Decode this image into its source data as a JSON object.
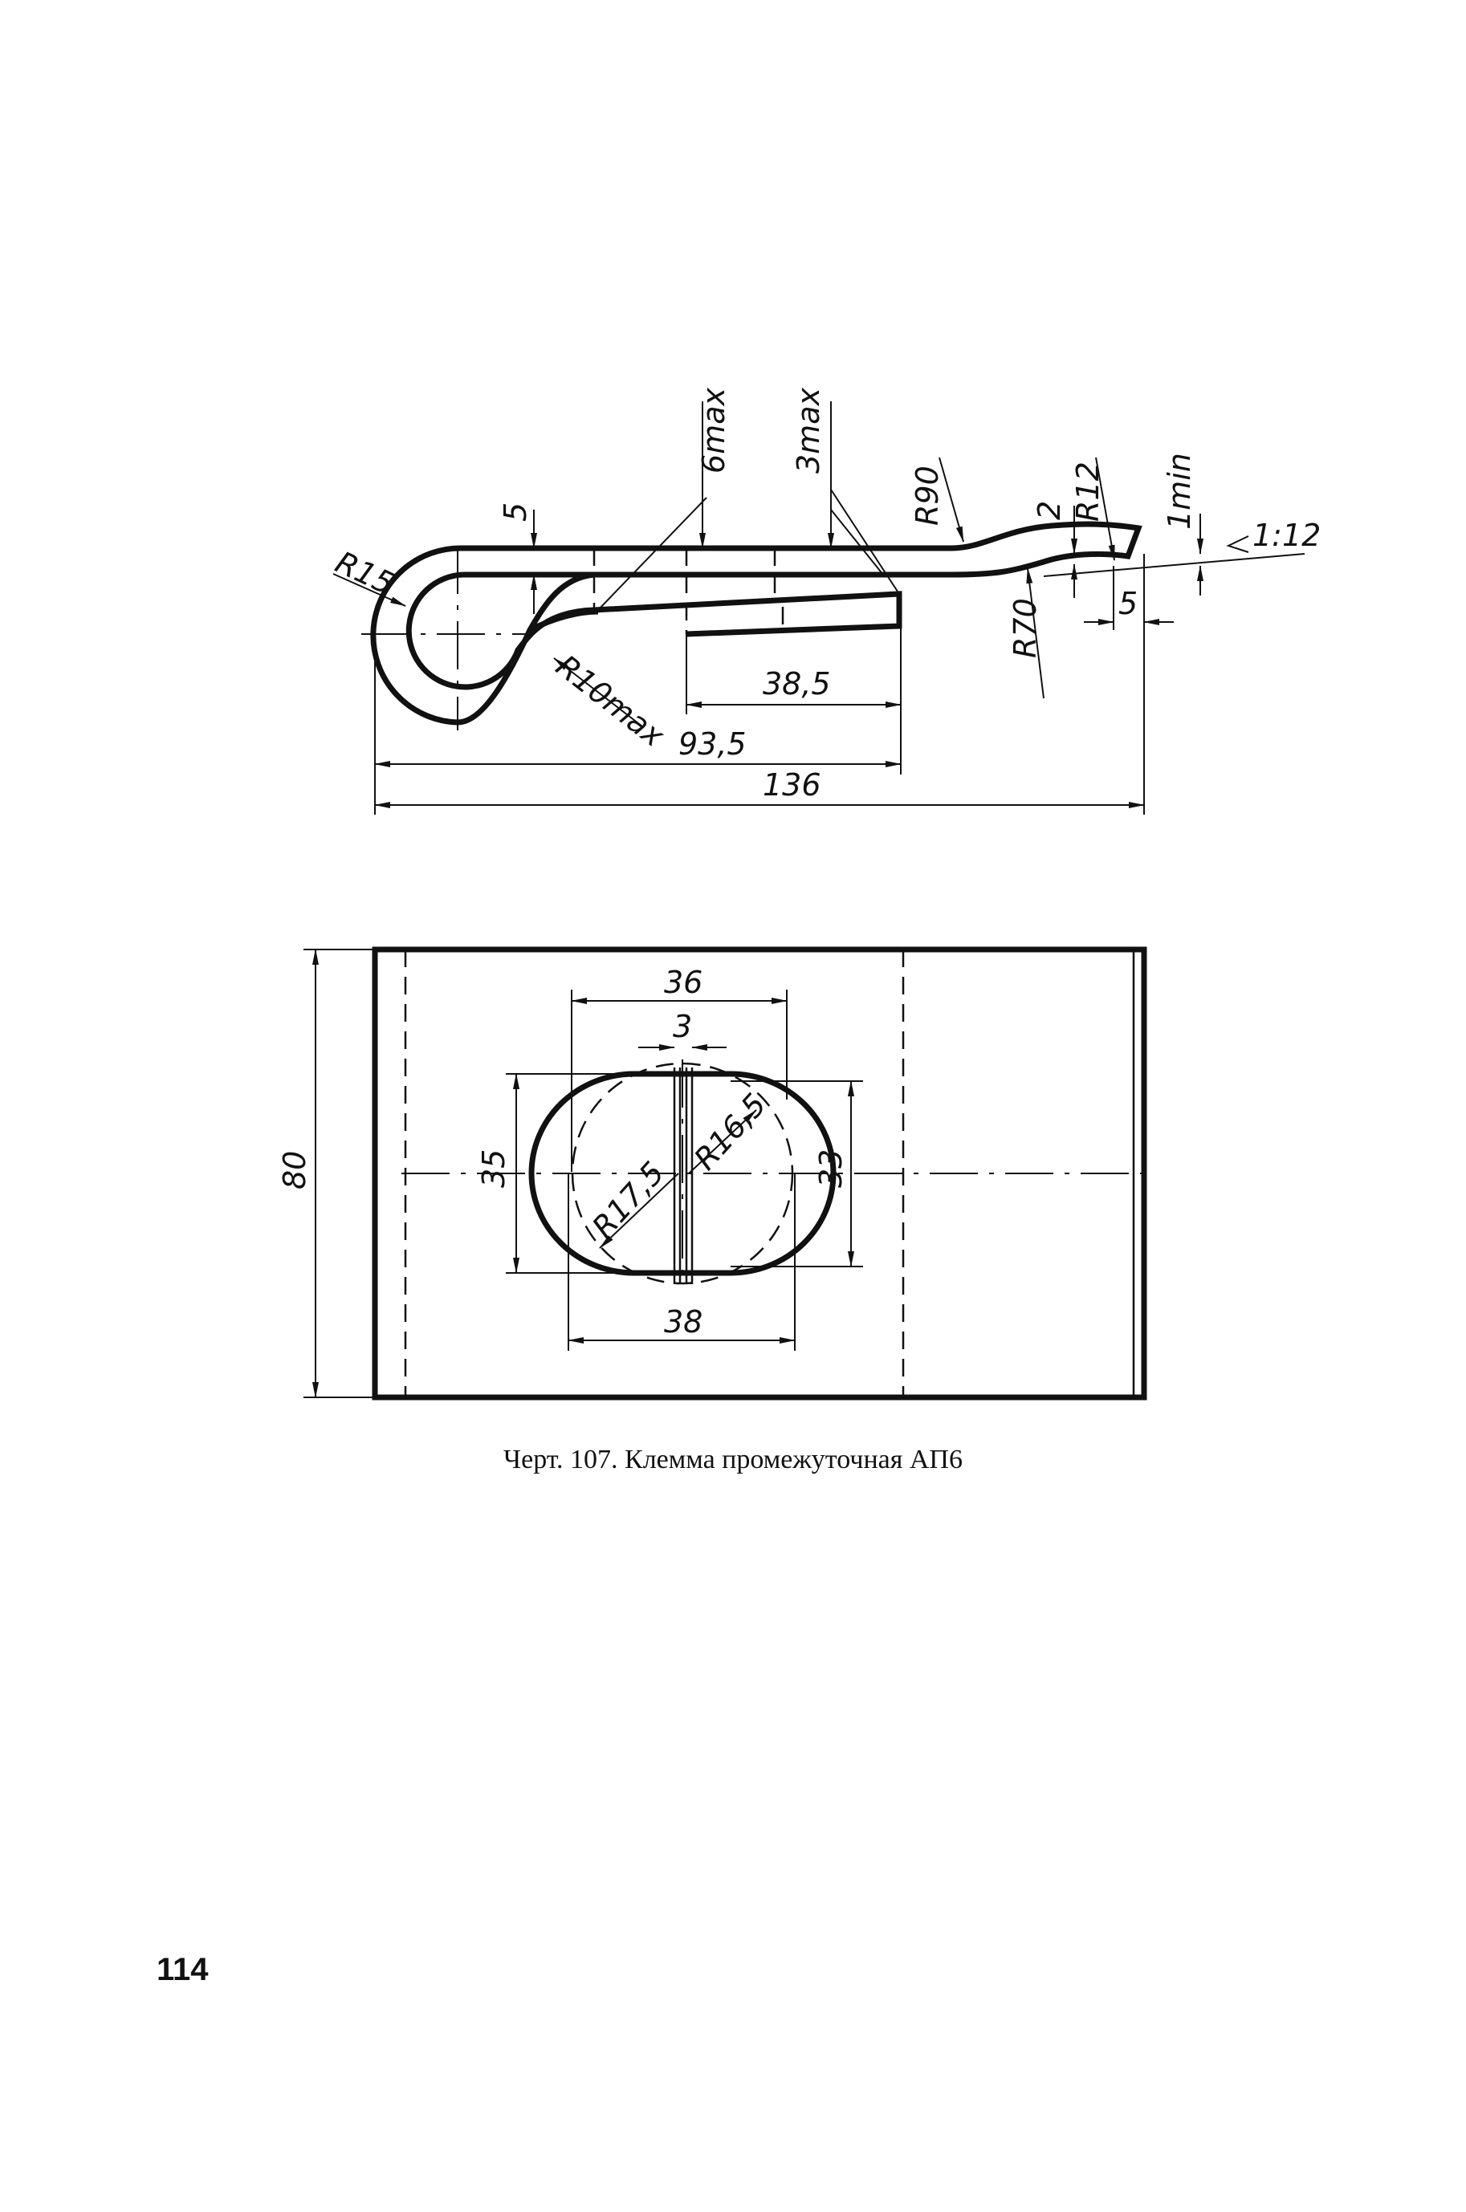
{
  "side_view": {
    "dims": {
      "r15": "R15",
      "r10max": "R10max",
      "five_left": "5",
      "six_max": "6max",
      "three_max": "3max",
      "r90": "R90",
      "two": "2",
      "r12": "R12",
      "one_min": "1min",
      "taper": "1:12",
      "r70": "R70",
      "five_right": "5",
      "len_38_5": "38,5",
      "len_93_5": "93,5",
      "len_136": "136"
    }
  },
  "plan_view": {
    "dims": {
      "width_36": "36",
      "slot_3": "3",
      "r16_5": "R16,5",
      "r17_5": "R17,5",
      "height_35": "35",
      "height_33": "33",
      "height_80": "80",
      "width_38": "38"
    }
  },
  "caption": "Черт. 107. Клемма промежуточная АП6",
  "page_number": "114"
}
